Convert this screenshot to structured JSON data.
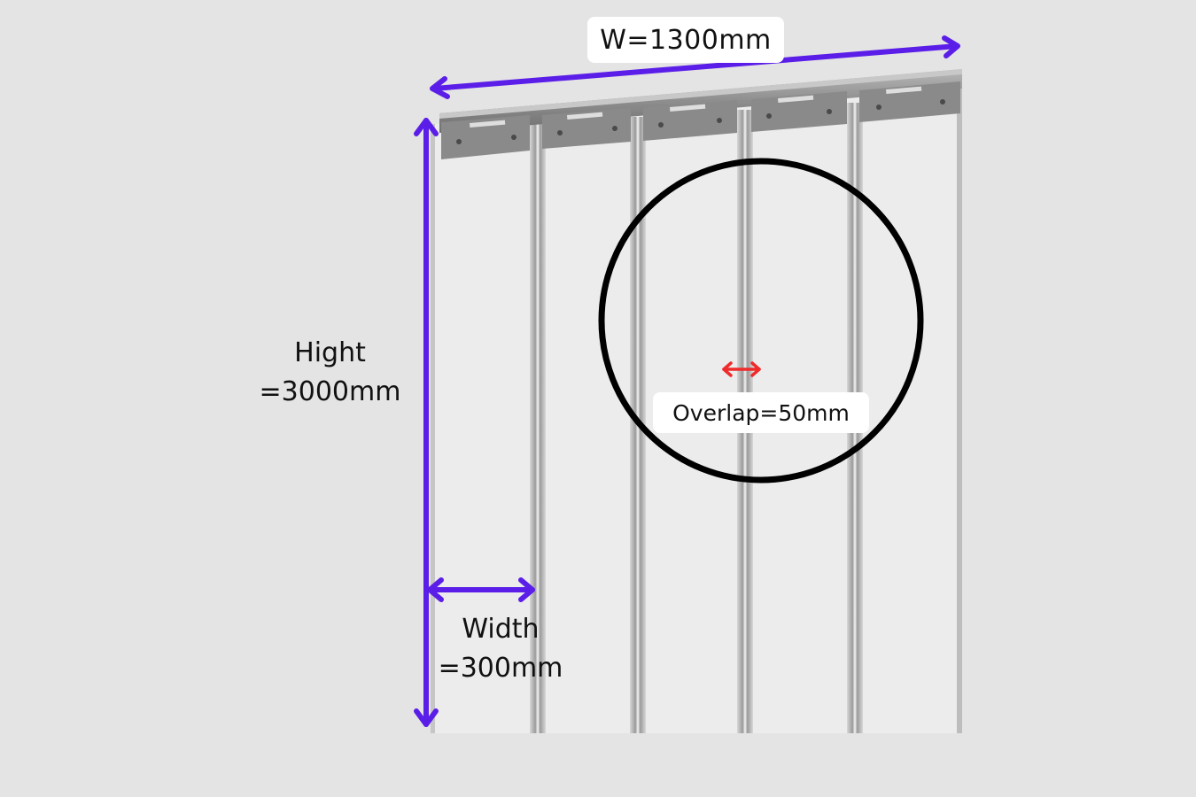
{
  "labels": {
    "total_width": "W=1300mm",
    "height_line1": "Hight",
    "height_line2": "=3000mm",
    "strip_width_line1": "Width",
    "strip_width_line2": "=300mm",
    "overlap": "Overlap=50mm"
  },
  "colors": {
    "background": "#e4e4e4",
    "curtain": "#ececec",
    "rail": "#8e8e8e",
    "dimension_arrow": "#5b1ee8",
    "overlap_arrow": "#ef2b2b",
    "highlight_circle": "#000000",
    "label_box": "#ffffff"
  },
  "icons": {
    "dimension_arrows": "double-headed-arrow",
    "highlight": "circle-outline",
    "mounting": "hanger-rail"
  },
  "curtain": {
    "strip_count": 5
  }
}
